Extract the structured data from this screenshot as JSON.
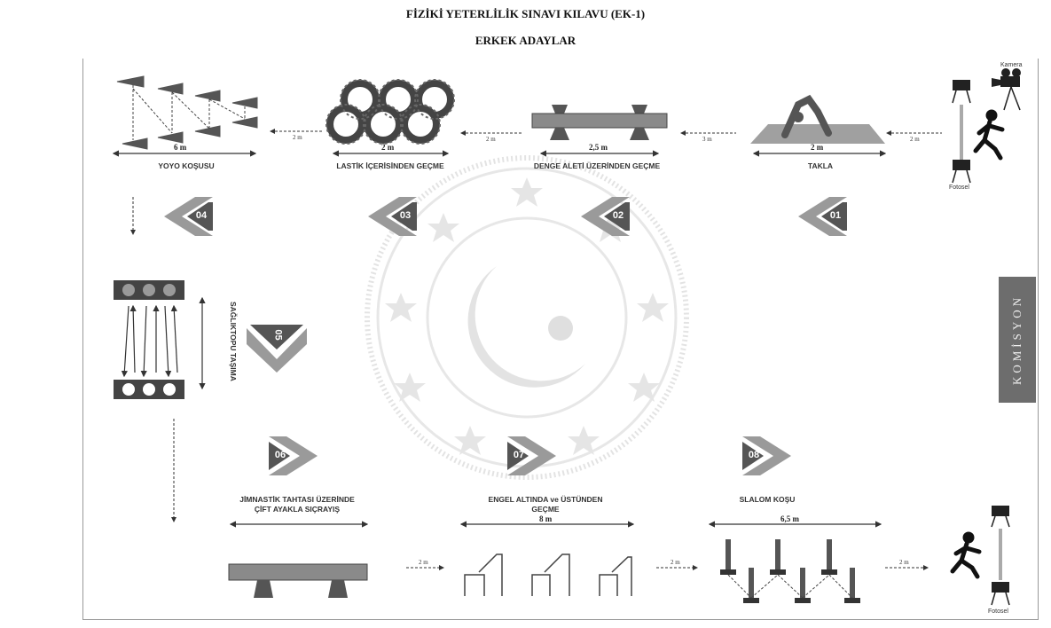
{
  "header": {
    "title": "FİZİKİ YETERLİLİK SINAVI KILAVU (EK-1)",
    "subtitle": "ERKEK ADAYLAR"
  },
  "komisyon": "KOMİSYON",
  "stations": {
    "s1": {
      "number": "01",
      "label": "TAKLA",
      "length": "2 m"
    },
    "s2": {
      "number": "02",
      "label": "DENGE ALETİ ÜZERİNDEN GEÇME",
      "length": "2,5 m"
    },
    "s3": {
      "number": "03",
      "label": "LASTİK İÇERİSİNDEN GEÇME",
      "length": "2 m"
    },
    "s4": {
      "number": "04",
      "label": "YOYO KOŞUSU",
      "length": "6 m"
    },
    "s5": {
      "number": "05",
      "label": "SAĞLIKTOPU TAŞIMA"
    },
    "s6": {
      "number": "06",
      "label_line1": "JİMNASTİK TAHTASI ÜZERİNDE",
      "label_line2": "ÇİFT AYAKLA SIÇRAYIŞ"
    },
    "s7": {
      "number": "07",
      "label_line1": "ENGEL ALTINDA ve ÜSTÜNDEN",
      "label_line2": "GEÇME",
      "length": "8 m"
    },
    "s8": {
      "number": "08",
      "label": "SLALOM KOŞU",
      "length": "6,5 m"
    }
  },
  "gaps": {
    "top_start": "2 m",
    "top_1_2": "3 m",
    "top_2_3": "2 m",
    "top_3_4": "2 m",
    "bottom_6_7": "2 m",
    "bottom_7_8": "2 m",
    "bottom_end": "2 m"
  },
  "equipment": {
    "camera": "Kamera",
    "photocell_top": "Fotosel",
    "photocell_bottom": "Fotosel"
  },
  "icons": {
    "watermark": "ministry-seal-icon",
    "chevron": "chevron-arrow-icon",
    "runner": "runner-icon",
    "photocell": "photocell-icon",
    "camera": "camera-icon"
  },
  "colors": {
    "chevron_dark": "#555555",
    "chevron_light": "#9a9a9a",
    "komisyon_bg": "#6d6d6d",
    "watermark": "#d6d6d6"
  }
}
